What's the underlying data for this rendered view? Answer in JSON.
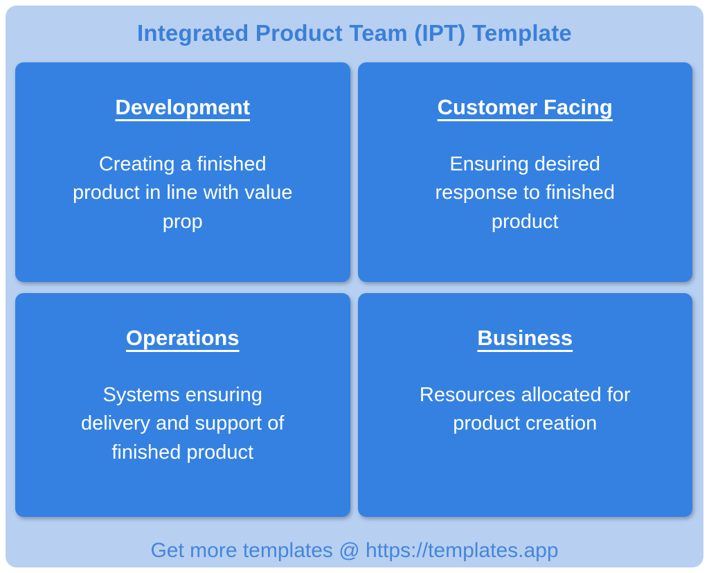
{
  "page": {
    "title": "Integrated Product Team (IPT) Template",
    "footer": "Get more templates @ https://templates.app"
  },
  "quadrants": [
    {
      "heading": "Development",
      "body": "Creating a finished\nproduct in line with value\nprop"
    },
    {
      "heading": "Customer Facing",
      "body": "Ensuring desired\nresponse to finished\nproduct"
    },
    {
      "heading": "Operations",
      "body": "Systems ensuring\ndelivery and support of\nfinished product"
    },
    {
      "heading": "Business",
      "body": "Resources allocated for\nproduct creation"
    }
  ],
  "colors": {
    "canvas_background": "#ffffff",
    "board_background": "#b7d0f1",
    "card_background": "#3481e2",
    "accent_text": "#3b7fd9",
    "footer_text": "#4685da",
    "card_text": "#ffffff"
  }
}
